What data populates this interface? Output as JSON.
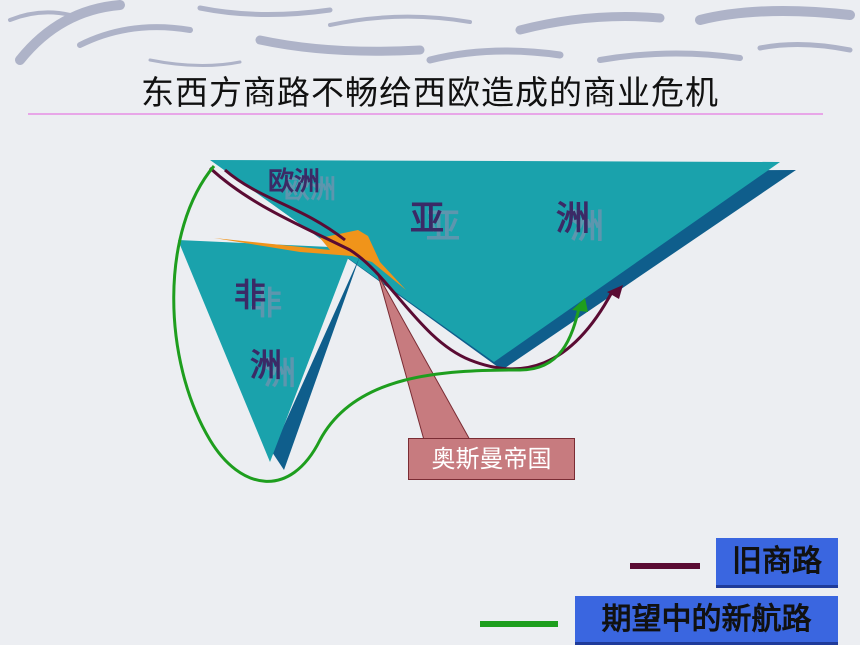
{
  "title": "东西方商路不畅给西欧造成的商业危机",
  "labels": {
    "europe": "欧洲",
    "asia_1": "亚",
    "asia_2": "洲",
    "africa_1": "非",
    "africa_2": "洲"
  },
  "callout": "奥斯曼帝国",
  "legend": {
    "old_route": {
      "label": "旧商路",
      "color": "#5a0b33"
    },
    "new_route": {
      "label": "期望中的新航路",
      "color": "#1e9e1e"
    }
  },
  "colors": {
    "continent": "#1aa2ac",
    "continent_shadow": "#0f5e8c",
    "ottoman": "#f0941a",
    "label_box": "#3a66e0"
  }
}
